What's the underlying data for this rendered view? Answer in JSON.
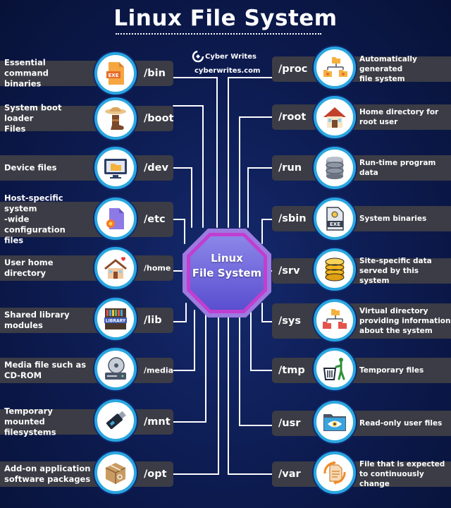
{
  "title": "Linux File System",
  "brand": {
    "name": "Cyber Writes",
    "url": "cyberwrites.com"
  },
  "hub": {
    "line1": "Linux",
    "line2": "File System"
  },
  "left": [
    {
      "dir": "/bin",
      "desc": "Essential command\nbinaries",
      "icon": "exe-file-icon"
    },
    {
      "dir": "/boot",
      "desc": "System boot loader\nFiles",
      "icon": "boot-icon"
    },
    {
      "dir": "/dev",
      "desc": "Device files",
      "icon": "monitor-folder-icon"
    },
    {
      "dir": "/etc",
      "desc": "Host-specific system\n-wide configuration\nfiles",
      "icon": "config-file-icon"
    },
    {
      "dir": "/home",
      "desc": "User home\ndirectory",
      "icon": "house-heart-icon"
    },
    {
      "dir": "/lib",
      "desc": "Shared library\nmodules",
      "icon": "library-icon"
    },
    {
      "dir": "/media",
      "desc": "Media file such as\nCD-ROM",
      "icon": "cd-drive-icon"
    },
    {
      "dir": "/mnt",
      "desc": "Temporary mounted\nfilesystems",
      "icon": "usb-drive-icon"
    },
    {
      "dir": "/opt",
      "desc": "Add-on application\nsoftware packages",
      "icon": "package-icon"
    }
  ],
  "right": [
    {
      "dir": "/proc",
      "desc": "Automatically generated\nfile system",
      "icon": "folder-tree-icon"
    },
    {
      "dir": "/root",
      "desc": "Home directory for\nroot user",
      "icon": "house-icon"
    },
    {
      "dir": "/run",
      "desc": "Run-time program\ndata",
      "icon": "database-icon"
    },
    {
      "dir": "/sbin",
      "desc": "System binaries",
      "icon": "exe-gear-icon"
    },
    {
      "dir": "/srv",
      "desc": "Site-specific data\nserved by this system",
      "icon": "yellow-database-icon"
    },
    {
      "dir": "/sys",
      "desc": "Virtual directory\nproviding information\nabout the system",
      "icon": "folder-network-icon"
    },
    {
      "dir": "/tmp",
      "desc": "Temporary files",
      "icon": "trash-person-icon"
    },
    {
      "dir": "/usr",
      "desc": "Read-only user files",
      "icon": "folder-eye-icon"
    },
    {
      "dir": "/var",
      "desc": "File that is expected\nto continuously change",
      "icon": "file-cycle-icon"
    }
  ]
}
